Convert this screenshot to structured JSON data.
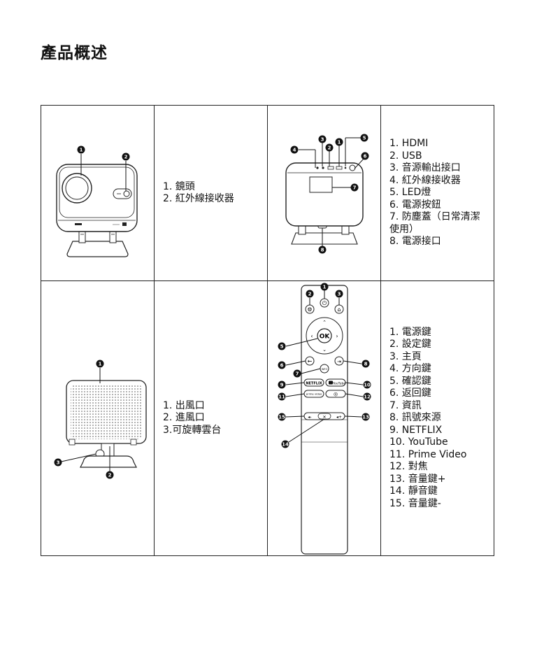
{
  "title": "產品概述",
  "sections": [
    {
      "items": [
        "1. 鏡頭",
        "2. 紅外線接收器"
      ]
    },
    {
      "items": [
        "1. HDMI",
        "2. USB",
        "3. 音源輸出接口",
        "4. 紅外線接收器",
        "5. LED燈",
        "6. 電源按鈕",
        "7. 防塵蓋（日常清潔使用）",
        "8. 電源接口"
      ]
    },
    {
      "items": [
        "1. 出風口",
        "2. 進風口",
        "3.可旋轉雲台"
      ]
    },
    {
      "items": [
        "1. 電源鍵",
        "2. 設定鍵",
        "3. 主頁",
        "4. 方向鍵",
        "5. 確認鍵",
        "6. 返回鍵",
        "7. 資訊",
        "8. 訊號來源",
        "9. NETFLIX",
        "10. YouTube",
        "11. Prime Video",
        "12. 對焦",
        "13. 音量鍵+",
        "14. 靜音鍵",
        "15. 音量鍵-"
      ]
    }
  ],
  "remote": {
    "ok_label": "OK",
    "info_label": "INFO",
    "netflix_label": "NETFLIX",
    "youtube_label": "YouTube",
    "prime_label": "prime video"
  },
  "icons": {
    "power": "power-icon",
    "settings": "gear-icon",
    "home": "home-icon",
    "back": "back-arrow-icon",
    "source": "input-source-icon",
    "focus": "focus-icon",
    "volume_down": "volume-down-icon",
    "mute": "mute-icon",
    "volume_up": "volume-up-icon"
  },
  "callout_color": "#111111"
}
